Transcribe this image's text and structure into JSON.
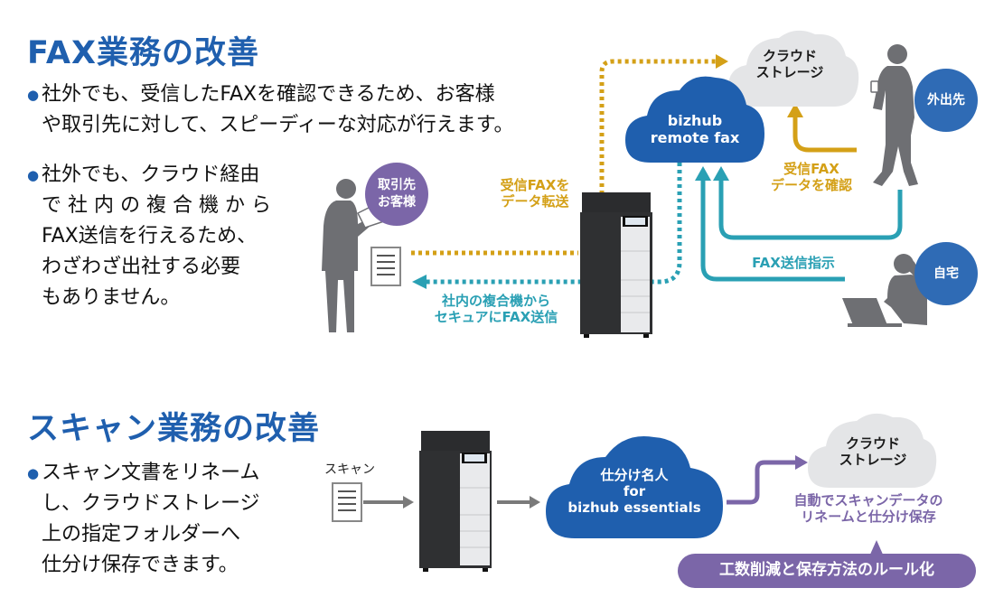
{
  "colors": {
    "accent_blue": "#1f5fae",
    "border_blue": "#2f6bb5",
    "gold": "#d4a017",
    "teal": "#2aa0b4",
    "purple": "#7b66a8",
    "gray_cloud": "#e4e5e7",
    "silhouette": "#6e6f73"
  },
  "fax_section": {
    "title": "FAX業務の改善",
    "bullet1": [
      "社外でも、受信したFAXを確認できるため、お客様",
      "や取引先に対して、スピーディーな対応が行えます。"
    ],
    "bullet2": [
      "社外でも、クラウド経由",
      "で 社 内 の 複 合 機 か ら",
      "FAX送信を行えるため、",
      "わざわざ出社する必要",
      "もありません。"
    ],
    "client_badge": [
      "取引先",
      "お客様"
    ],
    "outside_badge": "外出先",
    "home_badge": "自宅",
    "cloud_storage": [
      "クラウド",
      "ストレージ"
    ],
    "remote_fax_cloud": [
      "bizhub",
      "remote fax"
    ],
    "label_forward": [
      "受信FAXを",
      "データ転送"
    ],
    "label_check": [
      "受信FAX",
      "データを確認"
    ],
    "label_send_instruction": "FAX送信指示",
    "label_secure_send": [
      "社内の複合機から",
      "セキュアにFAX送信"
    ]
  },
  "scan_section": {
    "title": "スキャン業務の改善",
    "bullet1": [
      "スキャン文書をリネーム",
      "し、クラウドストレージ",
      "上の指定フォルダーへ",
      "仕分け保存できます。"
    ],
    "scan_label": "スキャン",
    "service_cloud": [
      "仕分け名人",
      "for",
      "bizhub essentials"
    ],
    "cloud_storage": [
      "クラウド",
      "ストレージ"
    ],
    "auto_label": [
      "自動でスキャンデータの",
      "リネームと仕分け保存"
    ],
    "benefit_pill": "工数削減と保存方法のルール化"
  }
}
